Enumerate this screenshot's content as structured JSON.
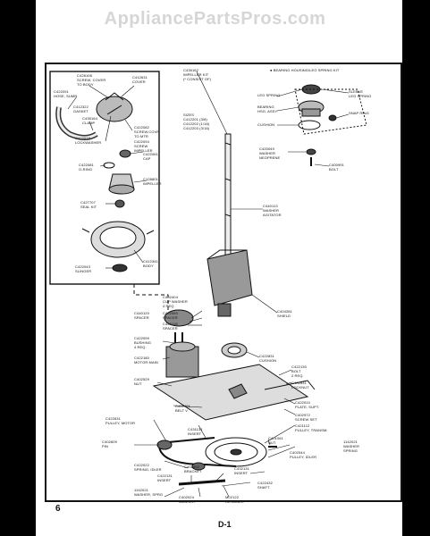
{
  "watermark": "AppliancePartsPros.com",
  "top_header": "●  BEARING HOUSING/LEG SPRING KIT",
  "labels": {
    "l01": "C428108\nSCREW, COVER\nTO BODY",
    "l02": "C412631\nCOVER",
    "l03": "C435162\nIMPELLER KIT\n(* CONSIST OF)",
    "l04": "C422091\nHOSE, SUMP",
    "l05": "C412322\nGASKET",
    "l06": "C435164\nCLAMP",
    "l07": "C422082\nSCREW,COVR\nTO MTR",
    "l08": "C422078\nLOCKWASHER",
    "l09": "C422094\nSCREW\nIMPELLER",
    "l10": "C422061\nCAP",
    "l11": "C422081\nO-RING",
    "l12": "C128801\nIMPELLER",
    "l13": "C427707\nSEAL KIT",
    "l14": "C422043\nSLINGER",
    "l15": "C412341\nBODY",
    "l16": "SIZES\nC412201  (3/8)\nC412202  (1/16)\nC412203  (3/16)",
    "l17": "LEG SPRING",
    "l18": "BEARING\nHSG. ASSY.",
    "l19": "CUSHION",
    "l20": "SLEEVE\nLEG SPRING",
    "l21": "SNAP RING",
    "l22": "C420049\nWASHER\nNEOPRENE",
    "l23": "C400991\nBOLT",
    "l24": "C440113\nWASHER\nAGITATOR",
    "l25": "C402404\nCUP WASHER\n4 REQ.",
    "l26": "C440120\nSPACER",
    "l27": "C402083\nSPACER",
    "l28": "C440118\nSPACER",
    "l29": "C404281\nSHIELD",
    "l30": "C422099\nBUSHING\n4 REQ.",
    "l31": "C422180\nMOTOR MAIN",
    "l32": "C422831\nCUSHION",
    "l33": "C422130\nBOLT\n2 REQ.",
    "l34": "C402831\nLOCKNUT",
    "l35": "C402529\nNUT",
    "l36": "C422401\nBELT V",
    "l37": "C422010\nPLATE, SUPT.",
    "l38": "C402972\nSCREW SET",
    "l39": "C422631\nPULLEY, MOTOR",
    "l40": "C421112\nPULLEY, TRANSM.",
    "l41": "C402609\nPIN",
    "l42": "C431131\nINSERT",
    "l43": "C401061\nNUT",
    "l44": "C402044\nPULLEY, IDLER",
    "l45": "1142021\nWASHER\nSPRING",
    "l46": "C422022\nSPRING, IDLER",
    "l47": "C402402\nBRACKET",
    "l48": "C422131\nINSERT",
    "l49": "C432131\nINSERT",
    "l50": "C422432\nSHAFT",
    "l51": "1142021\nWASHER, SPRG",
    "l52": "C402024\nWASHER",
    "l53": "M02122\nRETAINER"
  },
  "footer_left": "6",
  "footer_center": "D-1"
}
